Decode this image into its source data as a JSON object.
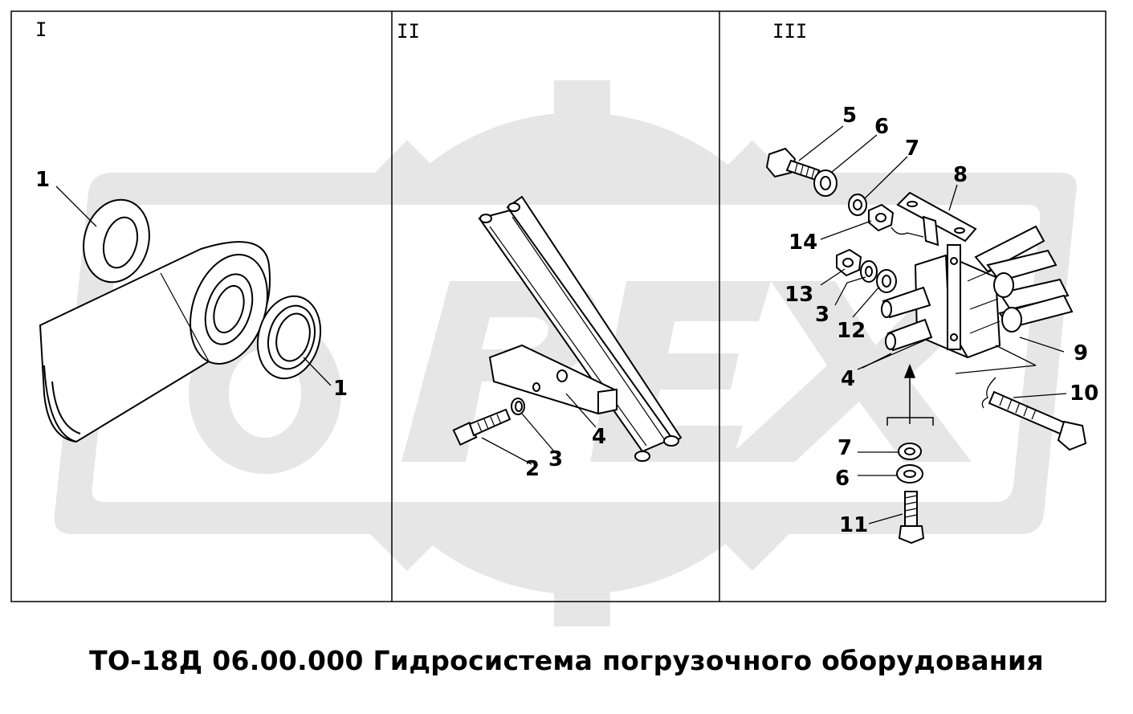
{
  "caption": "ТО-18Д 06.00.000 Гидросистема погрузочного оборудования",
  "watermark_text": "OPEX",
  "colors": {
    "watermark": "#e6e6e6",
    "line": "#000000",
    "background": "#ffffff"
  },
  "panels": [
    {
      "id": "I",
      "label": "I"
    },
    {
      "id": "II",
      "label": "II"
    },
    {
      "id": "III",
      "label": "III"
    }
  ],
  "callouts": {
    "p1_a": "1",
    "p1_b": "1",
    "p2_2": "2",
    "p2_3": "3",
    "p2_4": "4",
    "p3_5": "5",
    "p3_6": "6",
    "p3_7": "7",
    "p3_8": "8",
    "p3_14": "14",
    "p3_13": "13",
    "p3_3": "3",
    "p3_12": "12",
    "p3_4": "4",
    "p3_9": "9",
    "p3_10": "10",
    "p3_7b": "7",
    "p3_6b": "6",
    "p3_11": "11"
  }
}
